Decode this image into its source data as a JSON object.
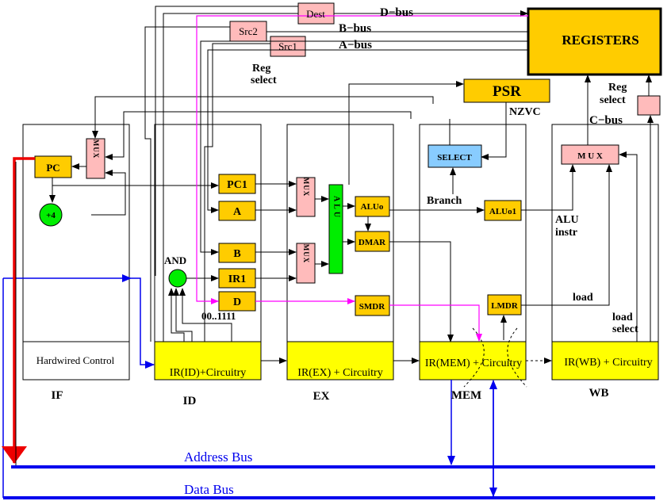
{
  "colors": {
    "orange": "#ffcc00",
    "yellow": "#ffff00",
    "pink": "#ffbbbb",
    "green": "#00ee00",
    "blue": "#88ccff",
    "bus_blue": "#0000ee",
    "red": "#ee0000",
    "magenta": "#ff00ff"
  },
  "registers": {
    "title": "REGISTERS"
  },
  "psr": {
    "title": "PSR",
    "flags": "NZVC"
  },
  "buses": {
    "d": "D−bus",
    "b": "B−bus",
    "a": "A−bus",
    "c": "C−bus",
    "address": "Address Bus",
    "data": "Data Bus"
  },
  "top_regs": {
    "dest": "Dest",
    "src2": "Src2",
    "src1": "Src1"
  },
  "reg_select": {
    "line1": "Reg",
    "line2": "select"
  },
  "if_stage": {
    "label": "IF",
    "pc": "PC",
    "mux": "MUX",
    "plus4": "+4",
    "control": "Hardwired Control"
  },
  "id_stage": {
    "label": "ID",
    "pc1": "PC1",
    "a": "A",
    "b": "B",
    "ir1": "IR1",
    "d": "D",
    "and": "AND",
    "imm": "00..1111",
    "ir": "IR(ID)+Circuitry"
  },
  "ex_stage": {
    "label": "EX",
    "alu": "ALU",
    "aluo": "ALUo",
    "dmar": "DMAR",
    "smdr": "SMDR",
    "ir": "IR(EX) + Circuitry",
    "mux": "MUX"
  },
  "mem_stage": {
    "label": "MEM",
    "select": "SELECT",
    "branch": "Branch",
    "aluo1": "ALUo1",
    "lmdr": "LMDR",
    "ir": "IR(MEM) + Circuitry"
  },
  "wb_stage": {
    "label": "WB",
    "mux": "M U X",
    "alu_instr_1": "ALU",
    "alu_instr_2": "instr",
    "load": "load",
    "load_select_1": "load",
    "load_select_2": "select",
    "ir": "IR(WB) + Circuitry"
  }
}
